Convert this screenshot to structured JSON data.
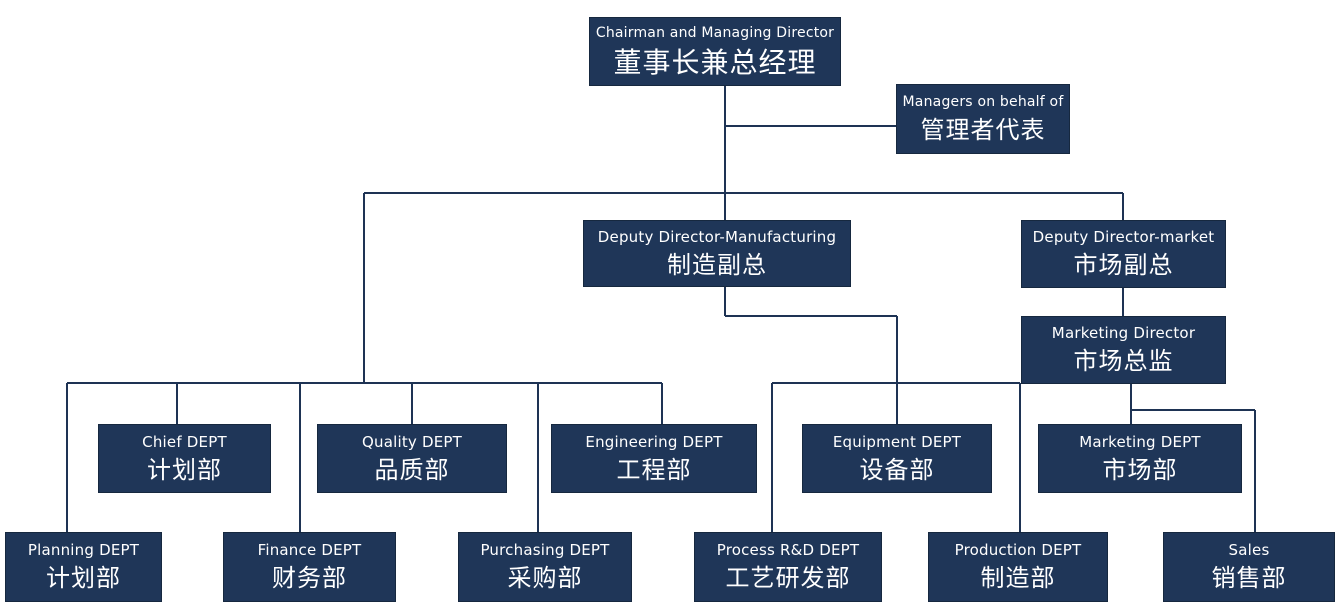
{
  "colors": {
    "box_fill": "#1f3658",
    "line": "#1e3354",
    "text": "#ffffff"
  },
  "org_chart": {
    "chairman": {
      "en": "Chairman and Managing Director",
      "zh": "董事长兼总经理"
    },
    "management_rep": {
      "en": "Managers on behalf of",
      "zh": "管理者代表"
    },
    "deputy_manufacturing": {
      "en": "Deputy Director-Manufacturing",
      "zh": "制造副总"
    },
    "deputy_market": {
      "en": "Deputy Director-market",
      "zh": "市场副总"
    },
    "marketing_director": {
      "en": "Marketing Director",
      "zh": "市场总监"
    },
    "chief_dept": {
      "en": "Chief DEPT",
      "zh": "计划部"
    },
    "quality_dept": {
      "en": "Quality DEPT",
      "zh": "品质部"
    },
    "engineering_dept": {
      "en": "Engineering DEPT",
      "zh": "工程部"
    },
    "equipment_dept": {
      "en": "Equipment DEPT",
      "zh": "设备部"
    },
    "marketing_dept": {
      "en": "Marketing DEPT",
      "zh": "市场部"
    },
    "planning_dept": {
      "en": "Planning DEPT",
      "zh": "计划部"
    },
    "finance_dept": {
      "en": "Finance DEPT",
      "zh": "财务部"
    },
    "purchasing_dept": {
      "en": "Purchasing DEPT",
      "zh": "采购部"
    },
    "process_rd_dept": {
      "en": "Process R&D DEPT",
      "zh": "工艺研发部"
    },
    "production_dept": {
      "en": "Production DEPT",
      "zh": "制造部"
    },
    "sales": {
      "en": "Sales",
      "zh": "销售部"
    }
  }
}
